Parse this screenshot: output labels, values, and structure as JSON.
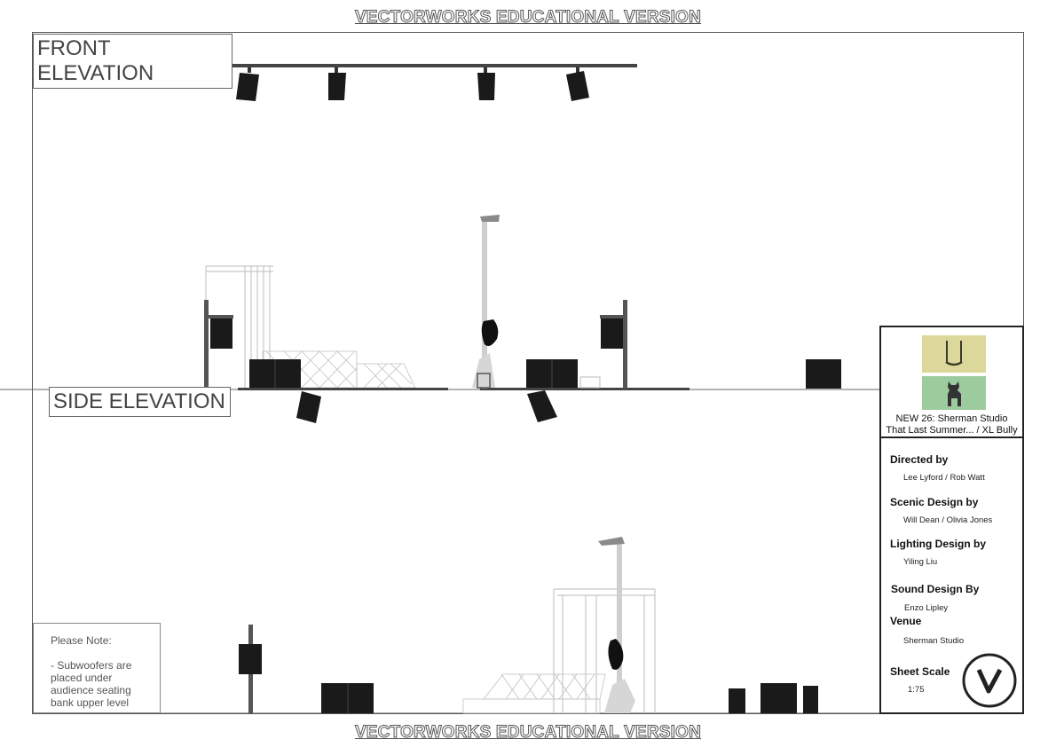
{
  "watermark": {
    "top": "VECTORWORKS EDUCATIONAL VERSION",
    "bottom": "VECTORWORKS EDUCATIONAL VERSION"
  },
  "views": {
    "front": "FRONT ELEVATION",
    "side": "SIDE ELEVATION"
  },
  "note": {
    "heading": "Please Note:",
    "body": "- Subwoofers are placed under audience seating bank upper level"
  },
  "title_block": {
    "production_line1": "NEW 26: Sherman Studio",
    "production_line2": "That Last Summer... / XL Bully",
    "credits": [
      {
        "role": "Directed by",
        "name": "Lee Lyford / Rob Watt"
      },
      {
        "role": "Scenic Design by",
        "name": "Will Dean / Olivia Jones"
      },
      {
        "role": "Lighting Design by",
        "name": "Yiling Liu"
      },
      {
        "role": "Sound Design By",
        "name": "Enzo Lipley"
      },
      {
        "role": "Venue",
        "name": "Sherman Studio"
      },
      {
        "role": "Sheet Scale",
        "name": "1:75"
      }
    ],
    "thumb_colors": {
      "swing": "#dcd79a",
      "dog": "#9ccc9e"
    }
  },
  "colors": {
    "speaker": "#1a1a1a",
    "pole": "#555555",
    "set": "#bdbdbd",
    "lamp": "#cfcfcf"
  }
}
